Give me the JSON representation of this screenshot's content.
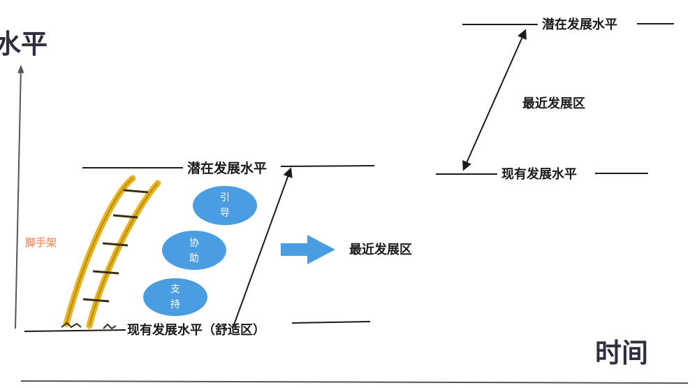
{
  "axes": {
    "y_title": "水平",
    "x_title": "时间"
  },
  "left_diagram": {
    "potential_level": "潜在发展水平",
    "current_level": "现有发展水平（舒适区）",
    "zpd_label": "最近发展区",
    "scaffold_label": "脚手架",
    "bubbles": [
      {
        "line1": "引",
        "line2": "导"
      },
      {
        "line1": "协",
        "line2": "助"
      },
      {
        "line1": "支",
        "line2": "持"
      }
    ]
  },
  "right_diagram": {
    "potential_level": "潜在发展水平",
    "current_level": "现有发展水平",
    "zpd_label": "最近发展区"
  },
  "colors": {
    "bubble": "#4a9de0",
    "arrow": "#4a9de0",
    "ladder": "#e8b522",
    "ladder_rung": "#3a2e10",
    "line": "#1a1a1a"
  }
}
